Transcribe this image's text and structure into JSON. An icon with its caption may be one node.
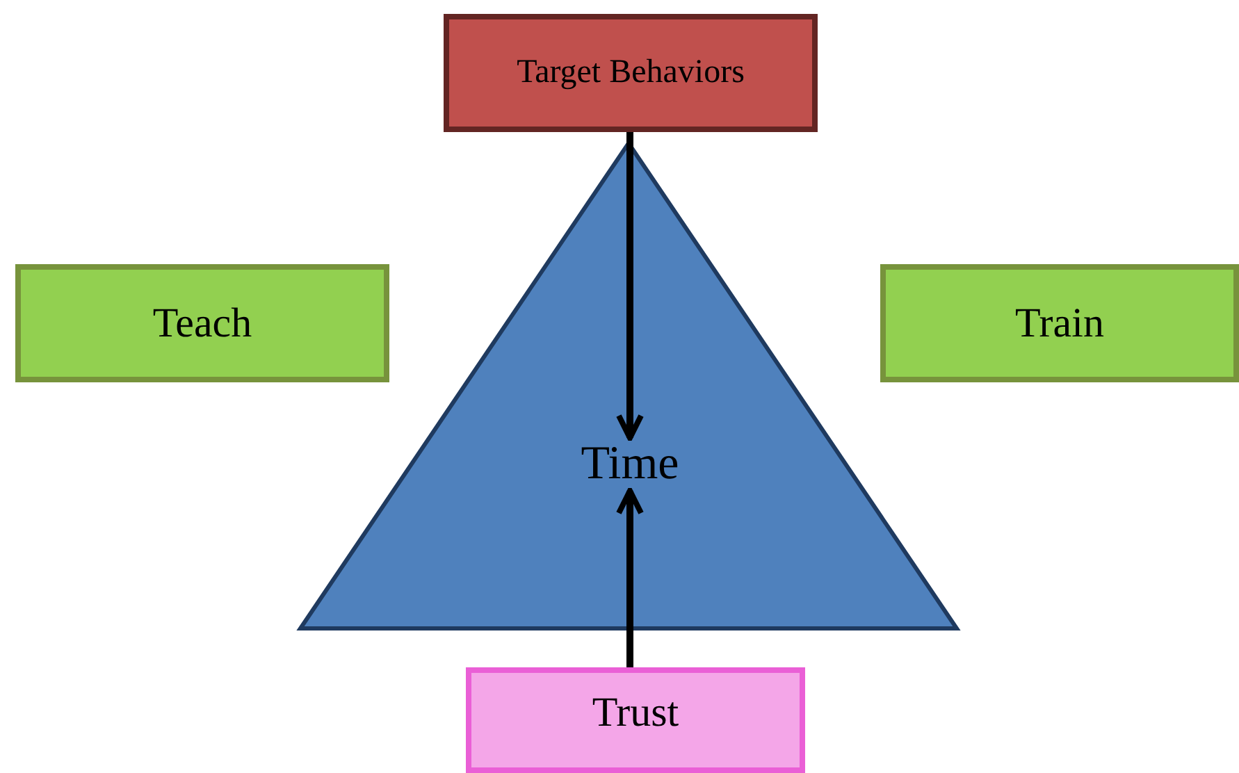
{
  "diagram": {
    "nodes": [
      {
        "text": [
          "Target Behaviors"
        ]
      },
      {
        "text": [
          "Teach"
        ]
      },
      {
        "text": [
          "Train"
        ]
      },
      {
        "text": [],
        "shape": "triangle"
      },
      {
        "text": [
          "Time"
        ],
        "in": 3
      },
      {
        "text": [
          "Trust"
        ]
      }
    ],
    "edges": [
      {
        "from": 0,
        "to": 4,
        "arrow": "to"
      },
      {
        "from": 5,
        "to": 4,
        "arrow": "to"
      }
    ]
  }
}
